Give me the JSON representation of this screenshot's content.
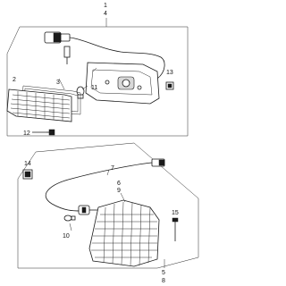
{
  "callouts": [
    {
      "id": "c1",
      "text": "1"
    },
    {
      "id": "c4",
      "text": "4"
    },
    {
      "id": "c2",
      "text": "2"
    },
    {
      "id": "c3",
      "text": "3"
    },
    {
      "id": "c11",
      "text": "11"
    },
    {
      "id": "c12",
      "text": "12"
    },
    {
      "id": "c13",
      "text": "13"
    },
    {
      "id": "c14",
      "text": "14"
    },
    {
      "id": "c7",
      "text": "7"
    },
    {
      "id": "c6",
      "text": "6"
    },
    {
      "id": "c9",
      "text": "9"
    },
    {
      "id": "c10",
      "text": "10"
    },
    {
      "id": "c15",
      "text": "15"
    },
    {
      "id": "c5",
      "text": "5"
    },
    {
      "id": "c8",
      "text": "8"
    }
  ]
}
